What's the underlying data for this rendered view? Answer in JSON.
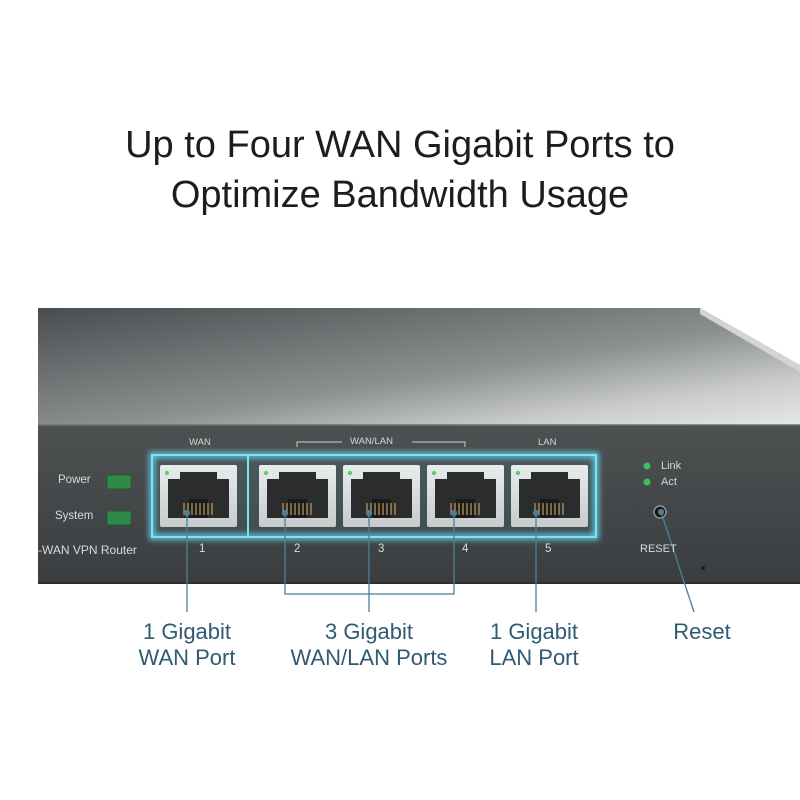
{
  "headline": {
    "line1": "Up to Four WAN Gigabit Ports to",
    "line2": "Optimize Bandwidth Usage"
  },
  "device": {
    "model_label": "-WAN VPN Router",
    "leds": [
      {
        "label": "Power"
      },
      {
        "label": "System"
      }
    ],
    "group_labels": {
      "wan": "WAN",
      "wan_lan": "WAN/LAN",
      "lan": "LAN"
    },
    "ports": [
      {
        "number": "1"
      },
      {
        "number": "2"
      },
      {
        "number": "3"
      },
      {
        "number": "4"
      },
      {
        "number": "5"
      }
    ],
    "status_legend": {
      "link": "Link",
      "act": "Act"
    },
    "reset_label": "RESET",
    "colors": {
      "highlight": "#5fd3e8",
      "led_green": "#2f8a4a",
      "callout_text": "#2e5b73"
    }
  },
  "callouts": {
    "wan_port": {
      "line1": "1 Gigabit",
      "line2": "WAN Port"
    },
    "wan_lan_ports": {
      "line1": "3 Gigabit",
      "line2": "WAN/LAN Ports"
    },
    "lan_port": {
      "line1": "1 Gigabit",
      "line2": "LAN Port"
    },
    "reset": {
      "line1": "Reset"
    }
  }
}
